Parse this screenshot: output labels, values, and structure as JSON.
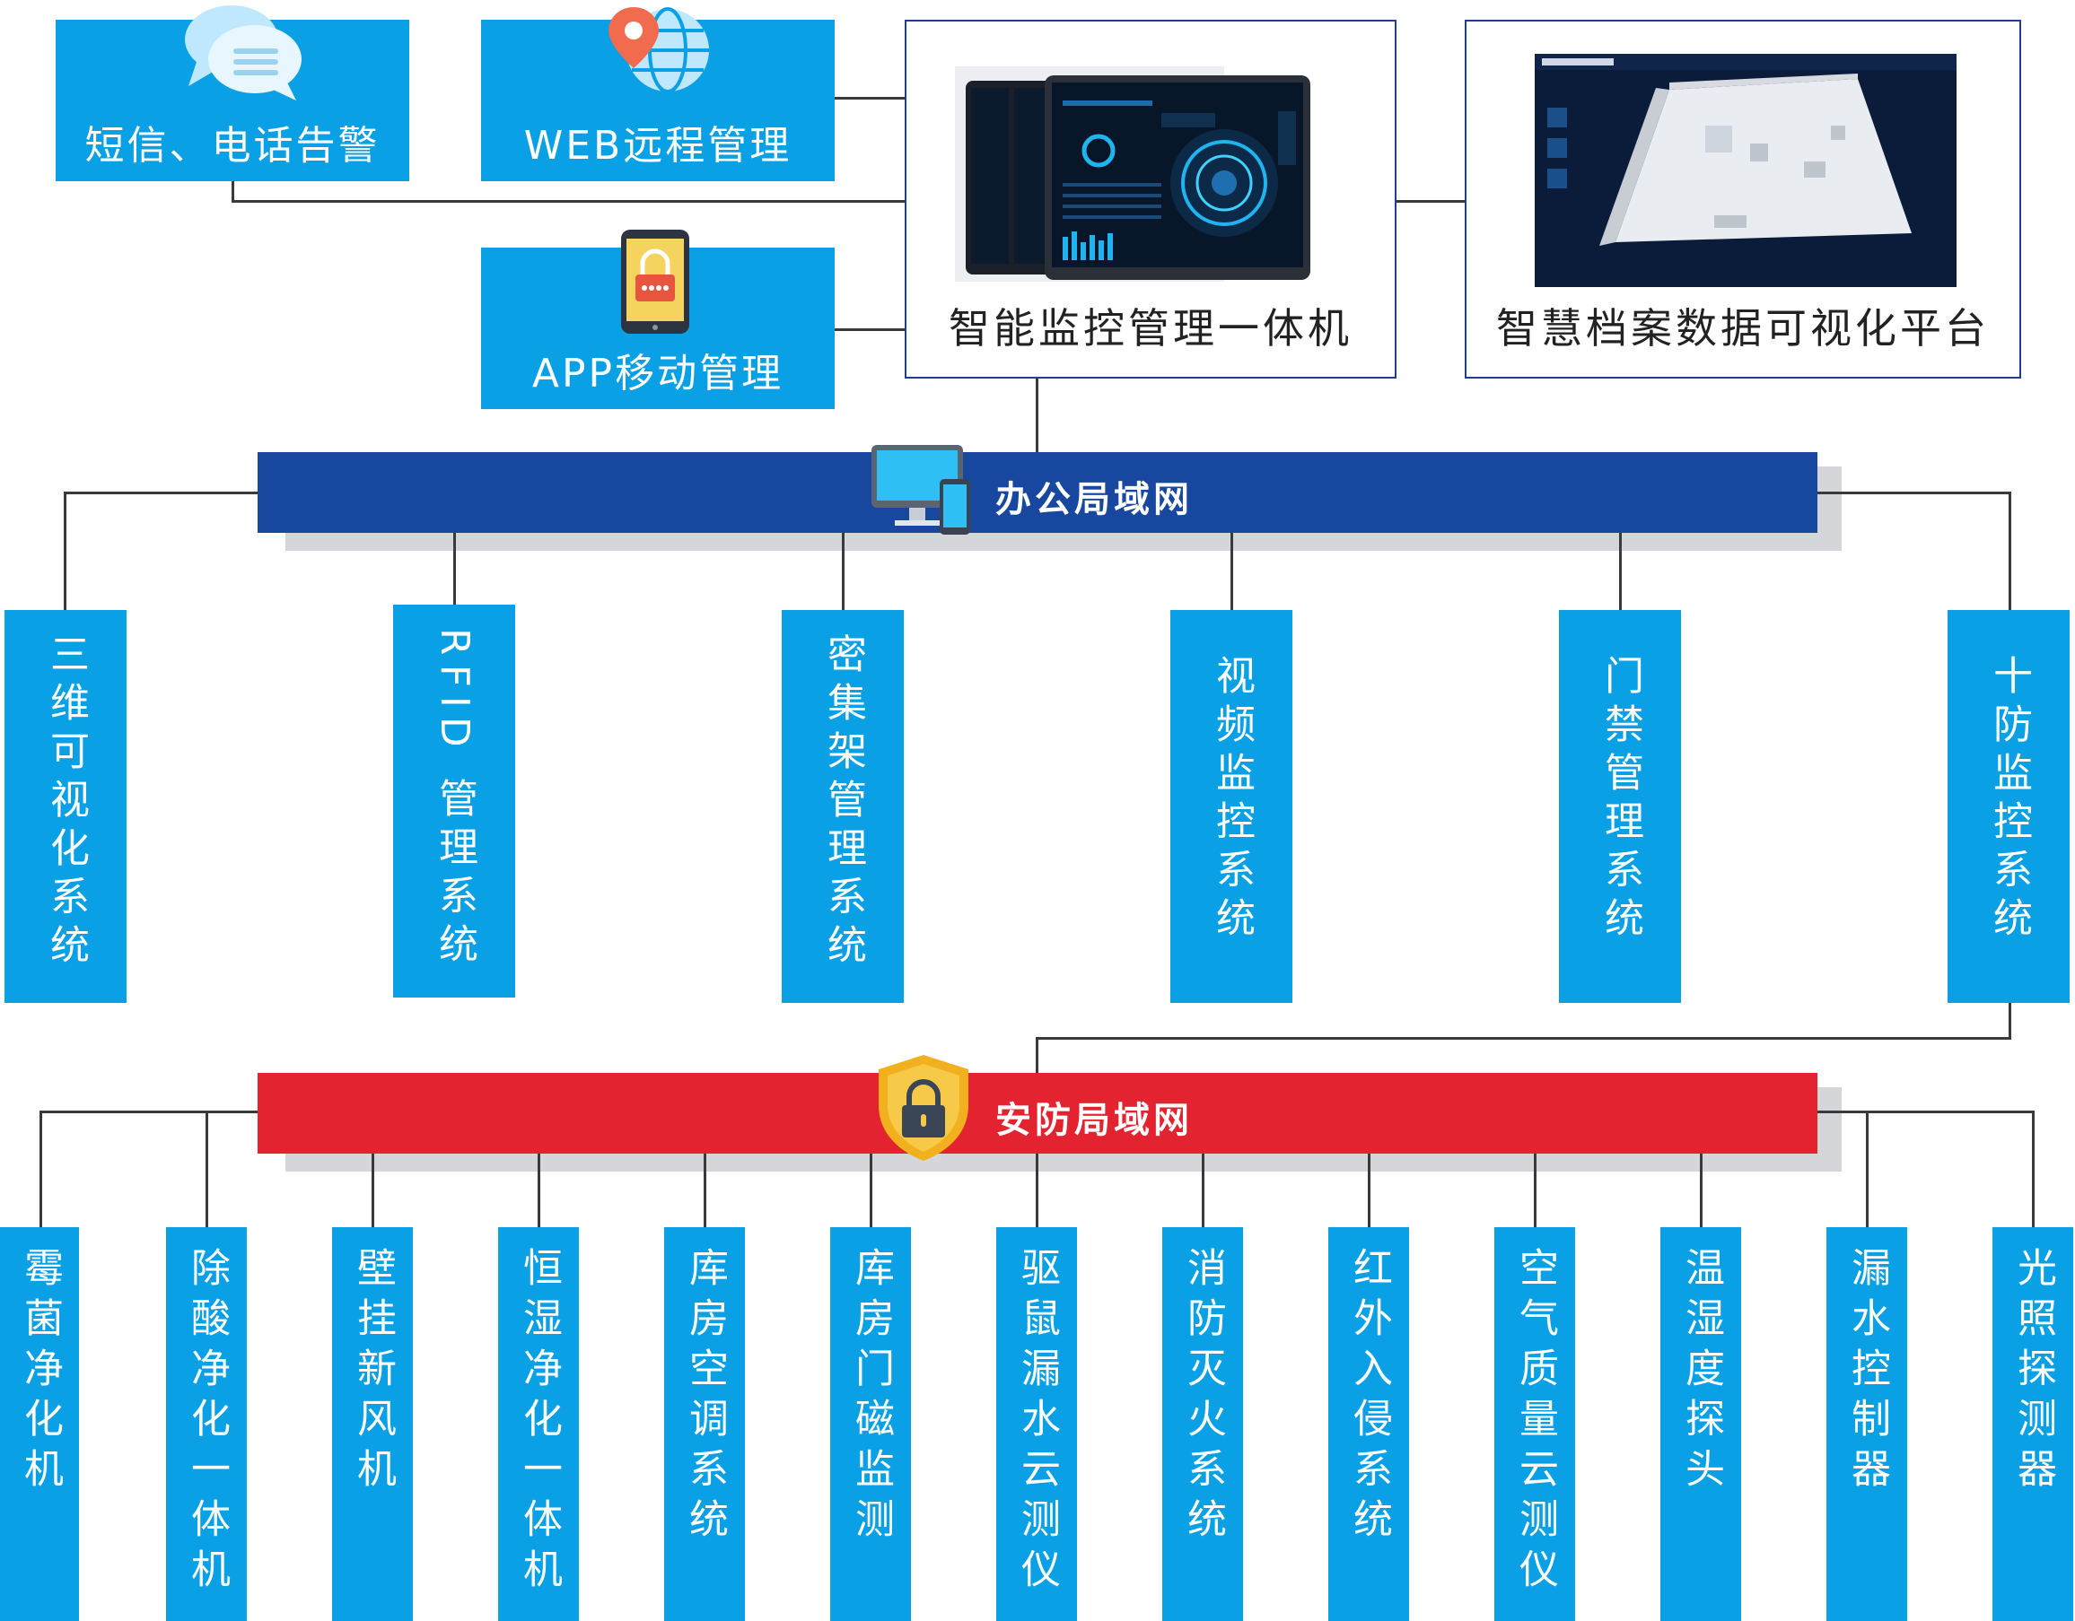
{
  "top_services": {
    "sms_alarm": "短信、电话告警",
    "web_remote": "WEB远程管理",
    "app_mobile": "APP移动管理"
  },
  "panels": {
    "monitor_machine": "智能监控管理一体机",
    "visual_platform": "智慧档案数据可视化平台"
  },
  "networks": {
    "office": "办公局域网",
    "security": "安防局域网"
  },
  "office_systems": [
    "三维可视化系统",
    "RFID 管理系统",
    "密集架管理系统",
    "视频监控系统",
    "门禁管理系统",
    "十防监控系统"
  ],
  "security_devices": [
    "霉菌净化机",
    "除酸净化一体机",
    "壁挂新风机",
    "恒湿净化一体机",
    "库房空调系统",
    "库房门磁监测",
    "驱鼠漏水云测仪",
    "消防灭火系统",
    "红外入侵系统",
    "空气质量云测仪",
    "温湿度探头",
    "漏水控制器",
    "光照探测器"
  ],
  "colors": {
    "box_blue": "#0aa0e6",
    "office_bar": "#17479e",
    "security_bar": "#e3232f",
    "panel_border": "#1d3f8c"
  }
}
